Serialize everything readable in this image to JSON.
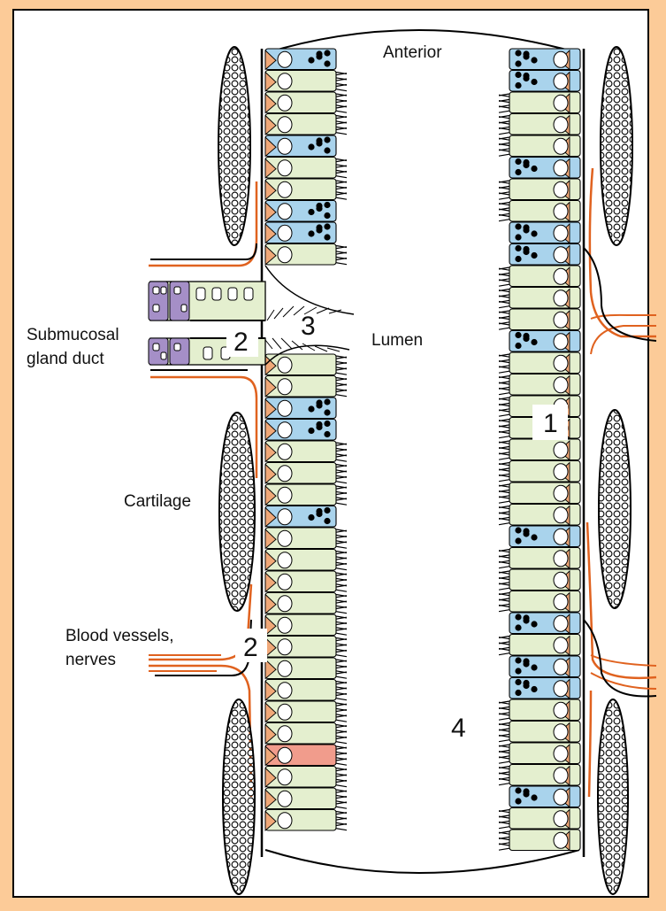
{
  "labels": {
    "anterior": "Anterior",
    "lumen": "Lumen",
    "submucosal_line1": "Submucosal",
    "submucosal_line2": "gland duct",
    "cartilage": "Cartilage",
    "blood_line1": "Blood vessels,",
    "blood_line2": "nerves"
  },
  "numbers": {
    "one": "1",
    "two_upper": "2",
    "two_lower": "2",
    "three": "3",
    "four": "4"
  },
  "colors": {
    "background": "#fccb98",
    "ciliated_cell": "#e4efcf",
    "goblet_cell": "#a9d3ec",
    "basal_cell": "#f0a878",
    "gland_cell": "#a58fc7",
    "brush_cell": "#f19c8c",
    "vessel": "#e0621f",
    "outline": "#000000"
  }
}
